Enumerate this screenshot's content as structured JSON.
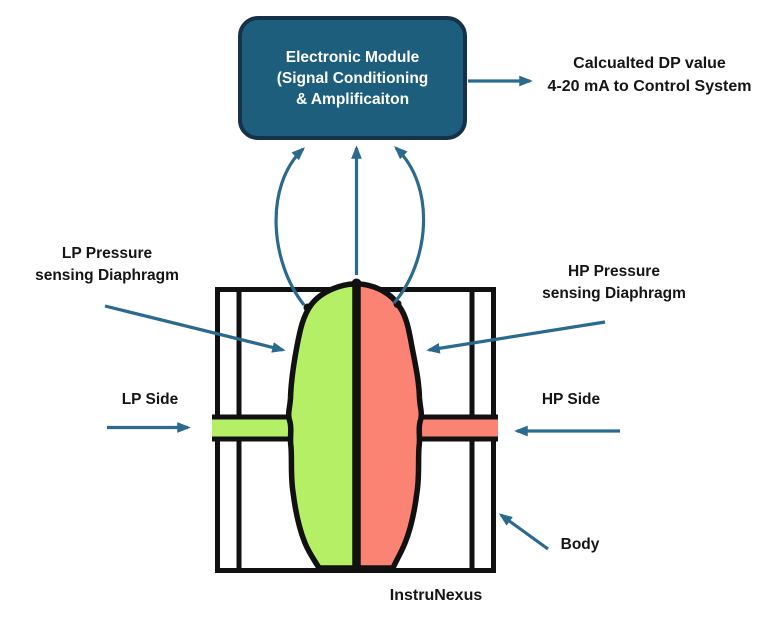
{
  "diagram": {
    "module_box": {
      "label": "Electronic Module\n(Signal Conditioning\n& Amplificaiton"
    },
    "output": {
      "label": "Calcualted DP value\n4-20 mA to Control System"
    },
    "labels": {
      "lp_diaphragm": "LP Pressure\nsensing Diaphragm",
      "hp_diaphragm": "HP Pressure\nsensing Diaphragm",
      "lp_side": "LP Side",
      "hp_side": "HP Side",
      "body": "Body",
      "brand": "InstruNexus"
    },
    "colors": {
      "module_fill": "#1d5e7d",
      "module_border": "#15324a",
      "arrow": "#2a6a8e",
      "lp_fill": "#b5ef66",
      "hp_fill": "#fa8373",
      "line": "#111111",
      "text": "#151515",
      "module_text": "#ffffff"
    }
  }
}
